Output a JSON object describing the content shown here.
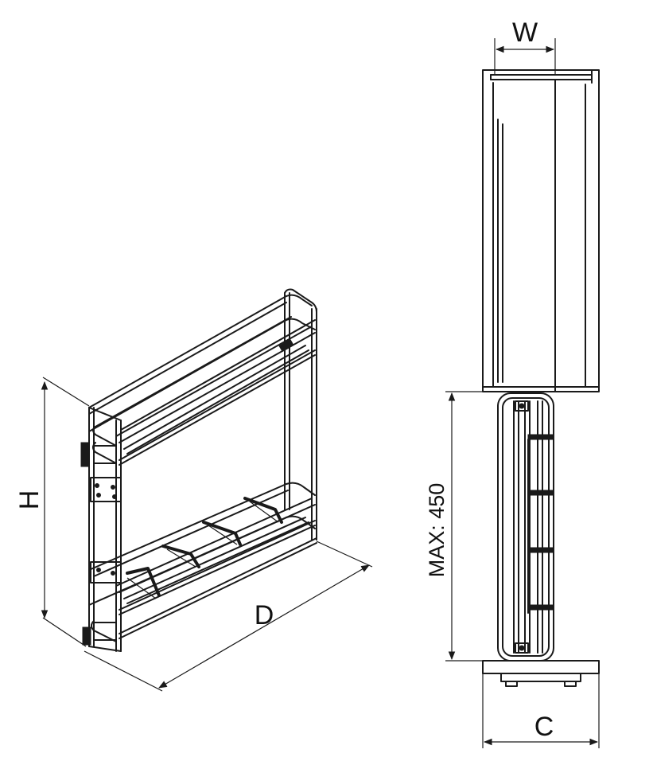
{
  "labels": {
    "width": "W",
    "height": "H",
    "depth": "D",
    "cabinet_clearance": "C",
    "max_extension": "MAX: 450"
  }
}
